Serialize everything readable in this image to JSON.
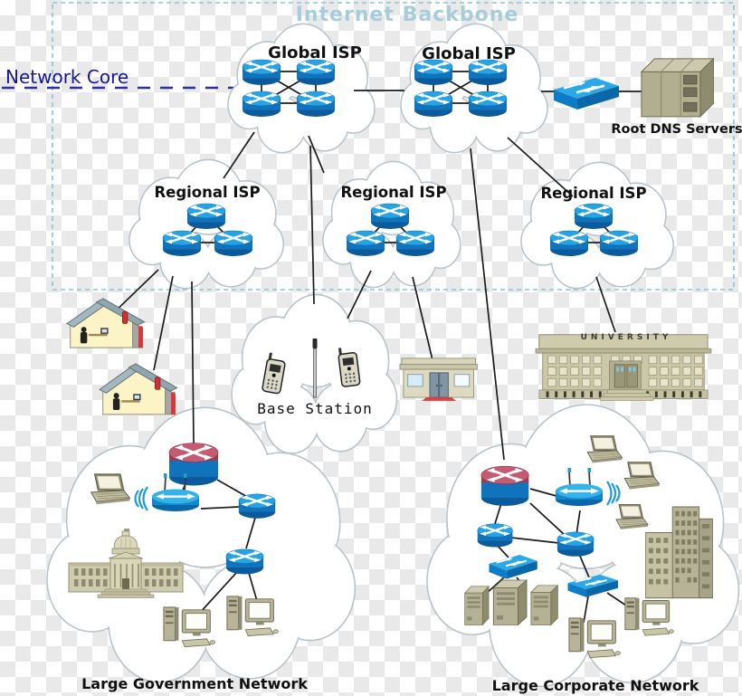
{
  "diagram": {
    "title": "Internet Backbone",
    "network_core": "Network Core",
    "labels": {
      "global_isp_1": "Global ISP",
      "global_isp_2": "Global ISP",
      "regional_isp_1": "Regional ISP",
      "regional_isp_2": "Regional ISP",
      "regional_isp_3": "Regional ISP",
      "root_dns": "Root DNS Servers",
      "base_station": "Base Station",
      "university": "UNIVERSITY",
      "government": "Large Government Network",
      "corporate": "Large Corporate Network"
    },
    "inventory": {
      "global_isp_routers": 4,
      "regional_isp_routers": 3,
      "backbone_devices": [
        "switch",
        "root-dns-server-rack"
      ],
      "base_station": [
        "cell-phone",
        "antenna-mast",
        "cell-phone"
      ],
      "access_sites": [
        "home",
        "home",
        "office-building",
        "university-building"
      ],
      "government_network": [
        "core-router",
        "laptop",
        "wireless-router",
        "router",
        "router",
        "capitol-building",
        "desktop-computer",
        "desktop-computer"
      ],
      "corporate_network": [
        "core-router",
        "wireless-router",
        "laptop",
        "laptop",
        "laptop",
        "router",
        "router",
        "switch",
        "switch",
        "server",
        "server",
        "server",
        "office-towers",
        "desktop-computer",
        "desktop-computer"
      ]
    },
    "colors": {
      "backbone_title": "#a7cddd",
      "backbone_border": "#8cc2d8",
      "network_core_text": "#16169b",
      "network_core_dash": "#2e2ea0",
      "router_body_blue": "#1173bb",
      "router_top_blue": "#25a3e4",
      "core_router_red_top": "#c45b72",
      "building_tan": "#b5b194",
      "cloud_stroke": "#b9c3cb",
      "line_black": "#1c1c1c"
    }
  }
}
